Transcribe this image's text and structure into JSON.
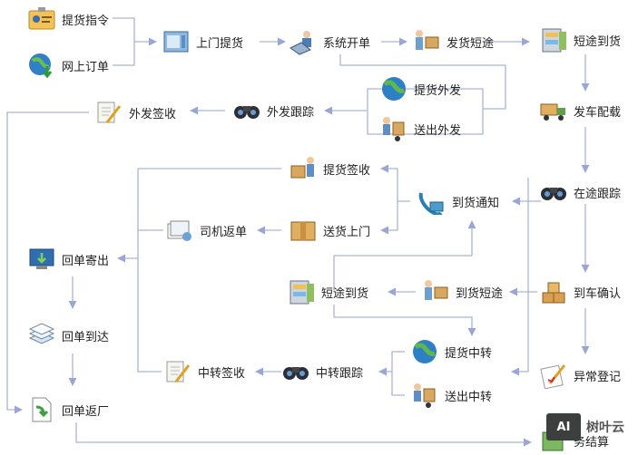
{
  "nodes": {
    "pickup_order": "提货指令",
    "online_order": "网上订单",
    "door_pickup": "上门提货",
    "system_open": "系统开单",
    "ship_short": "发货短途",
    "short_arrive_1": "短途到货",
    "depart_load": "发车配载",
    "transit_track": "在途跟踪",
    "car_confirm": "到车确认",
    "exception_reg": "异常登记",
    "pickup_out": "提货外发",
    "send_out": "送出外发",
    "out_track": "外发跟踪",
    "out_sign": "外发签收",
    "pickup_sign": "提货签收",
    "delivery_door": "送货上门",
    "arrive_notice": "到货通知",
    "driver_return": "司机返单",
    "short_arrive_2": "短途到货",
    "arrive_short": "到货短途",
    "pickup_transfer": "提货中转",
    "send_transfer": "送出中转",
    "transfer_track": "中转跟踪",
    "transfer_sign": "中转签收",
    "receipt_send": "回单寄出",
    "receipt_arrive": "回单到达",
    "receipt_return": "回单返厂",
    "settle": "务结算"
  },
  "watermark": {
    "box": "AI",
    "text": "树叶云"
  },
  "colors": {
    "line": "#aab4dc",
    "arrow": "#9aa6d8"
  }
}
